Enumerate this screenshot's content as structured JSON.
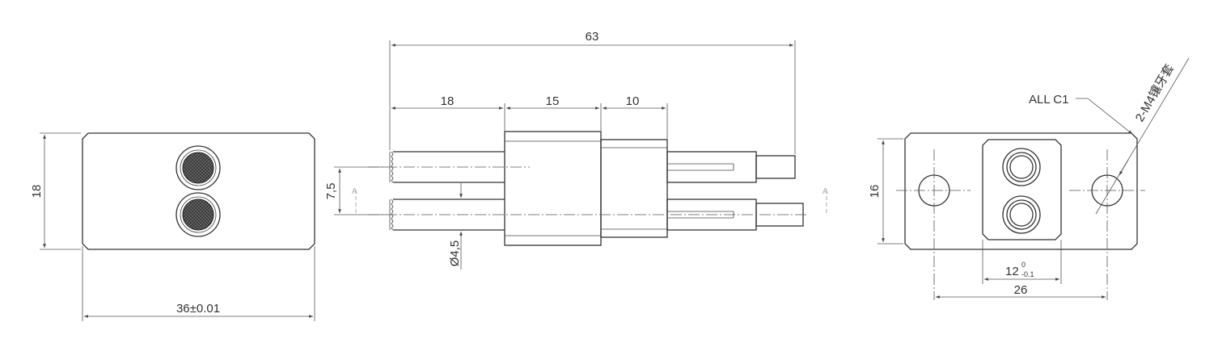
{
  "front_view": {
    "height_label": "18",
    "width_label": "36±0.01"
  },
  "side_view": {
    "overall_label": "63",
    "seg1_label": "18",
    "seg2_label": "15",
    "seg3_label": "10",
    "pitch_label": "7,5",
    "diameter_label": "Ø4,5",
    "section_left": "A",
    "section_right": "A"
  },
  "rear_view": {
    "chamfer_label": "ALL C1",
    "thread_label": "2-M4镶牙套",
    "height_label": "16",
    "inner_width_main": "12",
    "inner_width_upper": "0",
    "inner_width_lower": "-0.1",
    "hole_span_label": "26"
  },
  "colors": {
    "line": "#333333",
    "text": "#333333",
    "section_mark": "#aaaaaa"
  }
}
